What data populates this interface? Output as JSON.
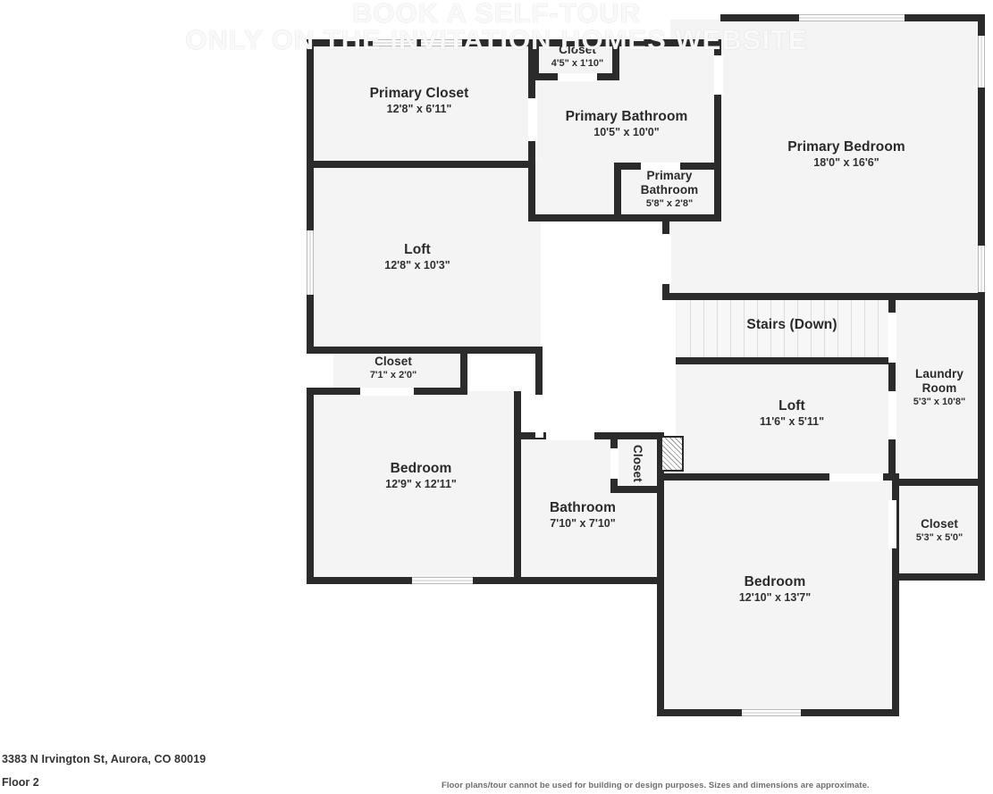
{
  "watermark": {
    "line1": "BOOK A SELF-TOUR",
    "line2": "ONLY ON THE INVITATION HOMES WEBSITE"
  },
  "footer": {
    "address": "3383 N Irvington St, Aurora, CO 80019",
    "floor": "Floor 2",
    "disclaimer": "Floor plans/tour cannot be used for building or design purposes. Sizes and dimensions are approximate."
  },
  "colors": {
    "wall": "#2b2b2b",
    "room_fill": "#f4f4f4",
    "text": "#2a2a2a",
    "footer_text": "#333333",
    "disclaimer_text": "#6e6e6e",
    "page_background": "#ffffff"
  },
  "plan": {
    "title": "Floor 2 Floor Plan",
    "rooms": [
      {
        "id": "primary-closet",
        "name": "Primary Closet",
        "dimensions": "12'8\" x 6'11\""
      },
      {
        "id": "closet-primary-bath",
        "name": "Closet",
        "dimensions": "4'5\" x 1'10\""
      },
      {
        "id": "primary-bathroom",
        "name": "Primary Bathroom",
        "dimensions": "10'5\" x 10'0\""
      },
      {
        "id": "primary-bathroom-wc",
        "name": "Primary\nBathroom",
        "dimensions": "5'8\" x 2'8\""
      },
      {
        "id": "primary-bedroom",
        "name": "Primary Bedroom",
        "dimensions": "18'0\" x 16'6\""
      },
      {
        "id": "loft-upper",
        "name": "Loft",
        "dimensions": "12'8\" x 10'3\""
      },
      {
        "id": "closet-loft",
        "name": "Closet",
        "dimensions": "7'1\" x 2'0\""
      },
      {
        "id": "stairs",
        "name": "Stairs (Down)",
        "dimensions": ""
      },
      {
        "id": "laundry-room",
        "name": "Laundry\nRoom",
        "dimensions": "5'3\" x 10'8\""
      },
      {
        "id": "loft-lower",
        "name": "Loft",
        "dimensions": "11'6\" x 5'11\""
      },
      {
        "id": "closet-laundry",
        "name": "Closet",
        "dimensions": "5'3\" x 5'0\""
      },
      {
        "id": "bedroom-left",
        "name": "Bedroom",
        "dimensions": "12'9\" x 12'11\""
      },
      {
        "id": "bathroom",
        "name": "Bathroom",
        "dimensions": "7'10\" x 7'10\""
      },
      {
        "id": "closet-bathroom",
        "name": "Closet",
        "dimensions": ""
      },
      {
        "id": "bedroom-right",
        "name": "Bedroom",
        "dimensions": "12'10\" x 13'7\""
      }
    ]
  }
}
